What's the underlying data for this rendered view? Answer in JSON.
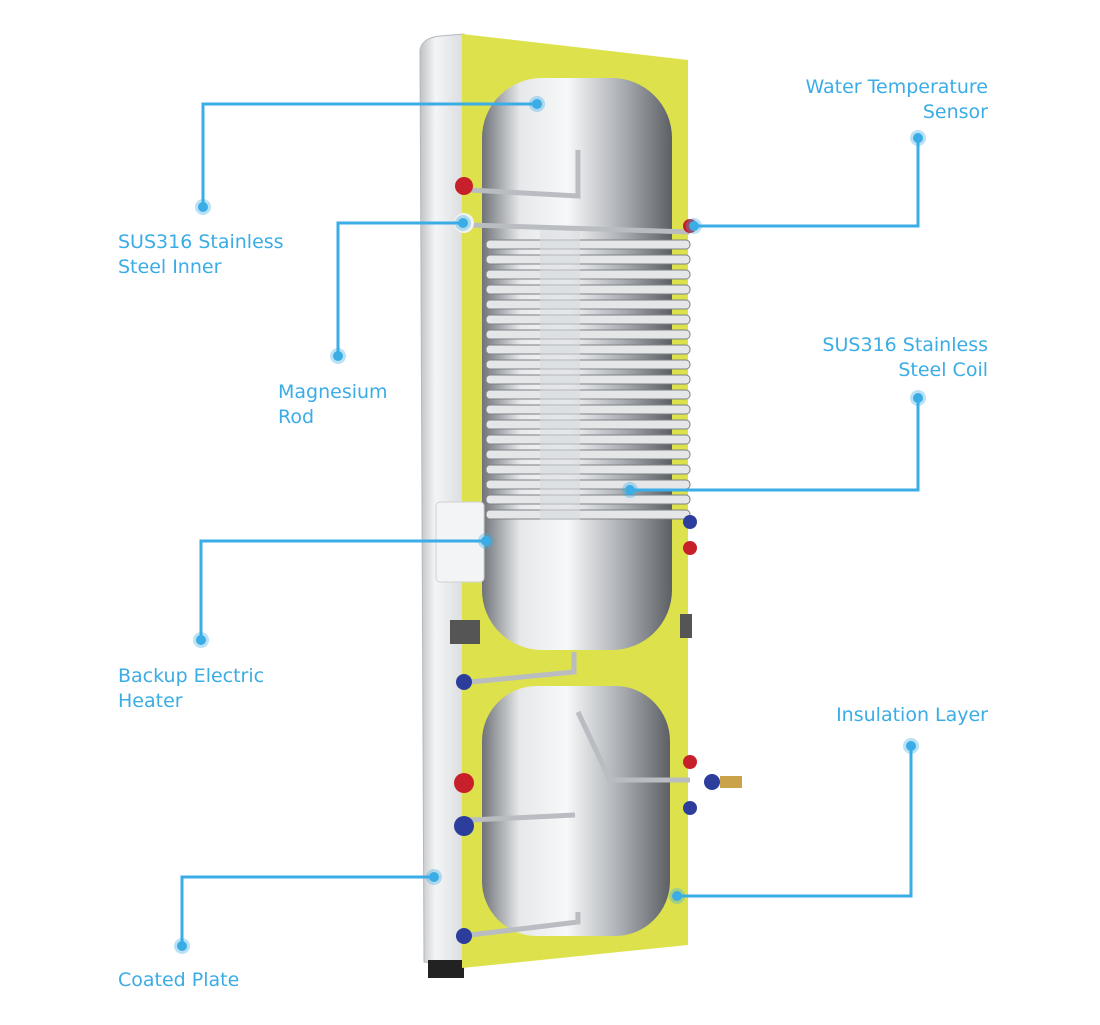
{
  "colors": {
    "accent": "#3aace6",
    "insulation": "#dde24c",
    "steel": "#c9ccd0"
  },
  "callouts": [
    {
      "id": "inner-tank",
      "lines": [
        "SUS316 Stainless",
        "Steel Inner"
      ]
    },
    {
      "id": "magnesium-rod",
      "lines": [
        "Magnesium",
        "Rod"
      ]
    },
    {
      "id": "water-temperature-sensor",
      "lines": [
        "Water Temperature",
        "Sensor"
      ]
    },
    {
      "id": "steel-coil",
      "lines": [
        "SUS316 Stainless",
        "Steel Coil"
      ]
    },
    {
      "id": "backup-electric-heater",
      "lines": [
        "Backup Electric",
        "Heater"
      ]
    },
    {
      "id": "insulation-layer",
      "lines": [
        "Insulation Layer"
      ]
    },
    {
      "id": "coated-plate",
      "lines": [
        "Coated Plate"
      ]
    }
  ]
}
